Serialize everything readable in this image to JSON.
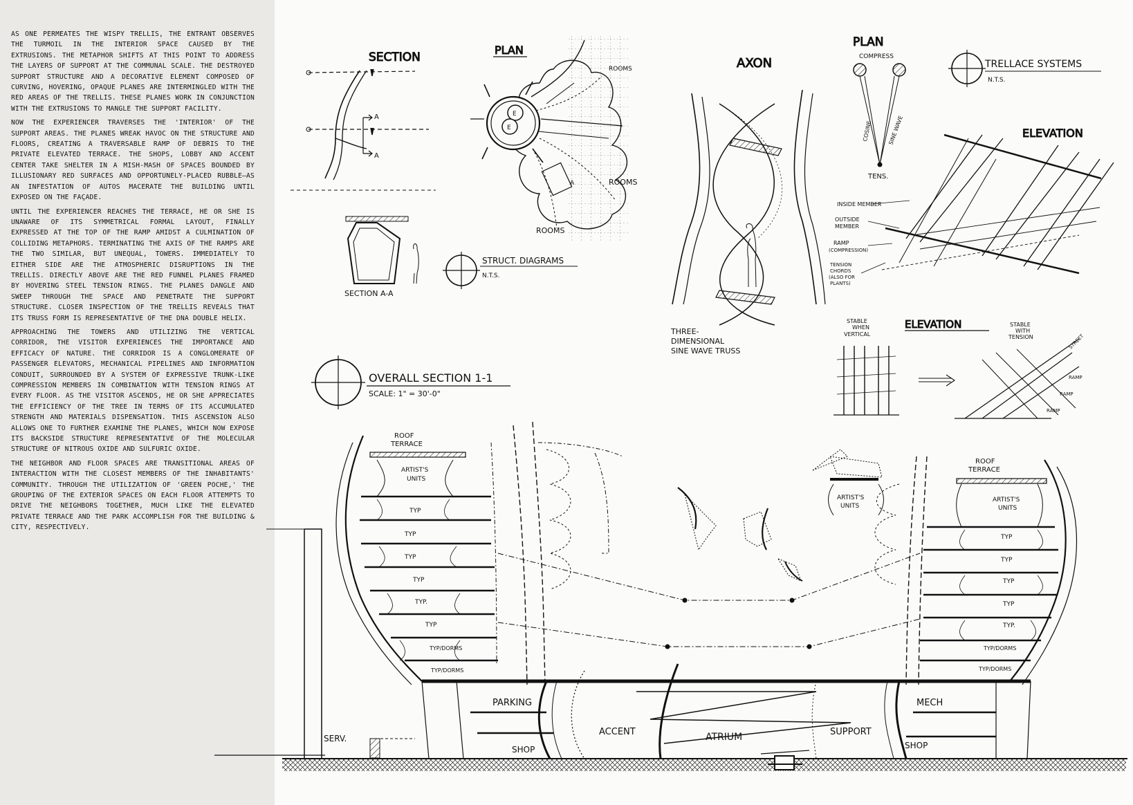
{
  "narrative": {
    "p1": "As one permeates the wispy trellis, the entrant observes the turmoil in the interior space caused by the extrusions. The metaphor shifts at this point to address the layers of support at the communal scale. The destroyed support structure and a decorative element composed of curving, hovering, opaque planes are intermingled with the red areas of the trellis. These planes work in conjunction with the extrusions to mangle the support facility.",
    "p2": "Now the experiencer traverses the 'interior' of the support areas. The planes wreak havoc on the structure and floors, creating a traversable ramp of debris to the private elevated terrace. The shops, lobby and accent center take shelter in a mish-mash of spaces bounded by illusionary red surfaces and opportunely-placed rubble—as an infestation of autos macerate the building until exposed on the façade.",
    "p3": "Until the experiencer reaches the terrace, he or she is unaware of its symmetrical formal layout, finally expressed at the top of the ramp amidst a culmination of colliding metaphors. Terminating the axis of the ramps are the two similar, but unequal, towers. Immediately to either side are the atmospheric disruptions in the trellis. Directly above are the red funnel planes framed by hovering steel tension rings. The planes dangle and sweep through the space and penetrate the support structure. Closer inspection of the trellis reveals that its truss form is representative of the DNA double helix.",
    "p4": "Approaching the towers and utilizing the vertical corridor, the visitor experiences the importance and efficacy of nature. The corridor is a conglomerate of passenger elevators, mechanical pipelines and information conduit, surrounded by a system of expressive trunk-like compression members in combination with tension rings at every floor. As the visitor ascends, he or she appreciates the efficiency of the tree in terms of its accumulated strength and materials dispensation. This ascension also allows one to further examine the planes, which now expose its backside structure representative of the molecular structure of nitrous oxide and sulfuric oxide.",
    "p5": "The neighbor and floor spaces are transitional areas of interaction with the closest members of the inhabitants' community. Through the utilization of 'green poche,' the grouping of the exterior spaces on each floor attempts to drive the neighbors together, much like the elevated private terrace and the park accomplish for the building & city, respectively."
  },
  "struct": {
    "section_title": "SECTION",
    "plan_title": "PLAN",
    "rooms_1": "ROOMS",
    "rooms_2": "ROOMS",
    "rooms_3": "ROOMS",
    "e_label_1": "E",
    "e_label_2": "E",
    "a_label": "A",
    "arrow_a_1": "A",
    "arrow_a_2": "A",
    "section_aa": "SECTION A-A",
    "diagrams_title": "STRUCT. DIAGRAMS",
    "diagrams_scale": "N.T.S."
  },
  "axon": {
    "title": "AXON",
    "caption_1": "THREE-",
    "caption_2": "DIMENSIONAL",
    "caption_3": "SINE WAVE TRUSS"
  },
  "trellace": {
    "plan_title": "PLAN",
    "compress": "COMPRESS",
    "cosine": "COSINE",
    "sine_wave": "SINE WAVE",
    "tens": "TENS.",
    "systems_title": "TRELLACE SYSTEMS",
    "systems_scale": "N.T.S.",
    "elevation_title": "ELEVATION",
    "inside_member": "INSIDE MEMBER",
    "outside_member_1": "OUTSIDE",
    "outside_member_2": "MEMBER",
    "ramp_1": "RAMP",
    "ramp_2": "(COMPRESSION)",
    "tension_1": "TENSION",
    "tension_2": "CHORDS",
    "tension_3": "(ALSO FOR",
    "tension_4": "PLANTS)"
  },
  "stability": {
    "title": "ELEVATION",
    "left_1": "STABLE",
    "left_2": "WHEN",
    "left_3": "VERTICAL",
    "right_1": "STABLE",
    "right_2": "WITH",
    "right_3": "TENSION",
    "street": "STREET",
    "ramp_1": "RAMP",
    "ramp_2": "RAMP",
    "ramp_3": "RAMP"
  },
  "overall": {
    "title": "OVERALL SECTION 1-1",
    "scale": "SCALE: 1\" = 30'-0\""
  },
  "section": {
    "roof_terrace_l1": "ROOF",
    "roof_terrace_l2": "TERRACE",
    "roof_terrace_r1": "ROOF",
    "roof_terrace_r2": "TERRACE",
    "artists_l1": "ARTIST'S",
    "artists_l2": "UNITS",
    "artists_c1": "ARTIST'S",
    "artists_c2": "UNITS",
    "artists_r1": "ARTIST'S",
    "artists_r2": "UNITS",
    "typ": "TYP",
    "typ_dot": "TYP.",
    "typ_dorms": "TYP/DORMS",
    "parking": "PARKING",
    "shop": "SHOP",
    "accent": "ACCENT",
    "atrium": "ATRIUM",
    "support": "SUPPORT",
    "mech": "MECH",
    "serv": "SERV."
  }
}
